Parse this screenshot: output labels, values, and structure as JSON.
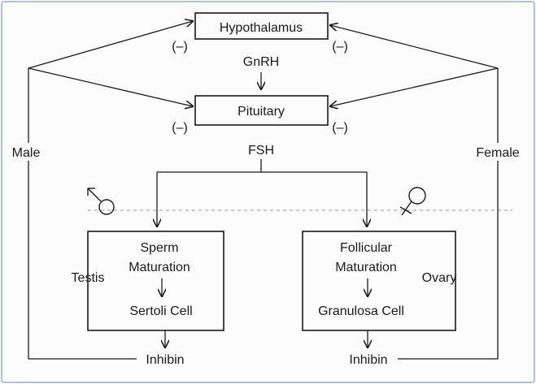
{
  "nodes": {
    "hypothalamus": "Hypothalamus",
    "pituitary": "Pituitary",
    "testis_box_line1": "Sperm",
    "testis_box_line2": "Maturation",
    "sertoli": "Sertoli Cell",
    "follicular_line1": "Follicular",
    "follicular_line2": "Maturation",
    "granulosa": "Granulosa Cell"
  },
  "labels": {
    "gnrh": "GnRH",
    "fsh": "FSH",
    "male": "Male",
    "female": "Female",
    "testis": "Testis",
    "ovary": "Ovary",
    "inhibin_male": "Inhibin",
    "inhibin_female": "Inhibin"
  },
  "feedback_signs": {
    "hypo_left": "(–)",
    "hypo_right": "(–)",
    "pit_left": "(–)",
    "pit_right": "(–)"
  }
}
